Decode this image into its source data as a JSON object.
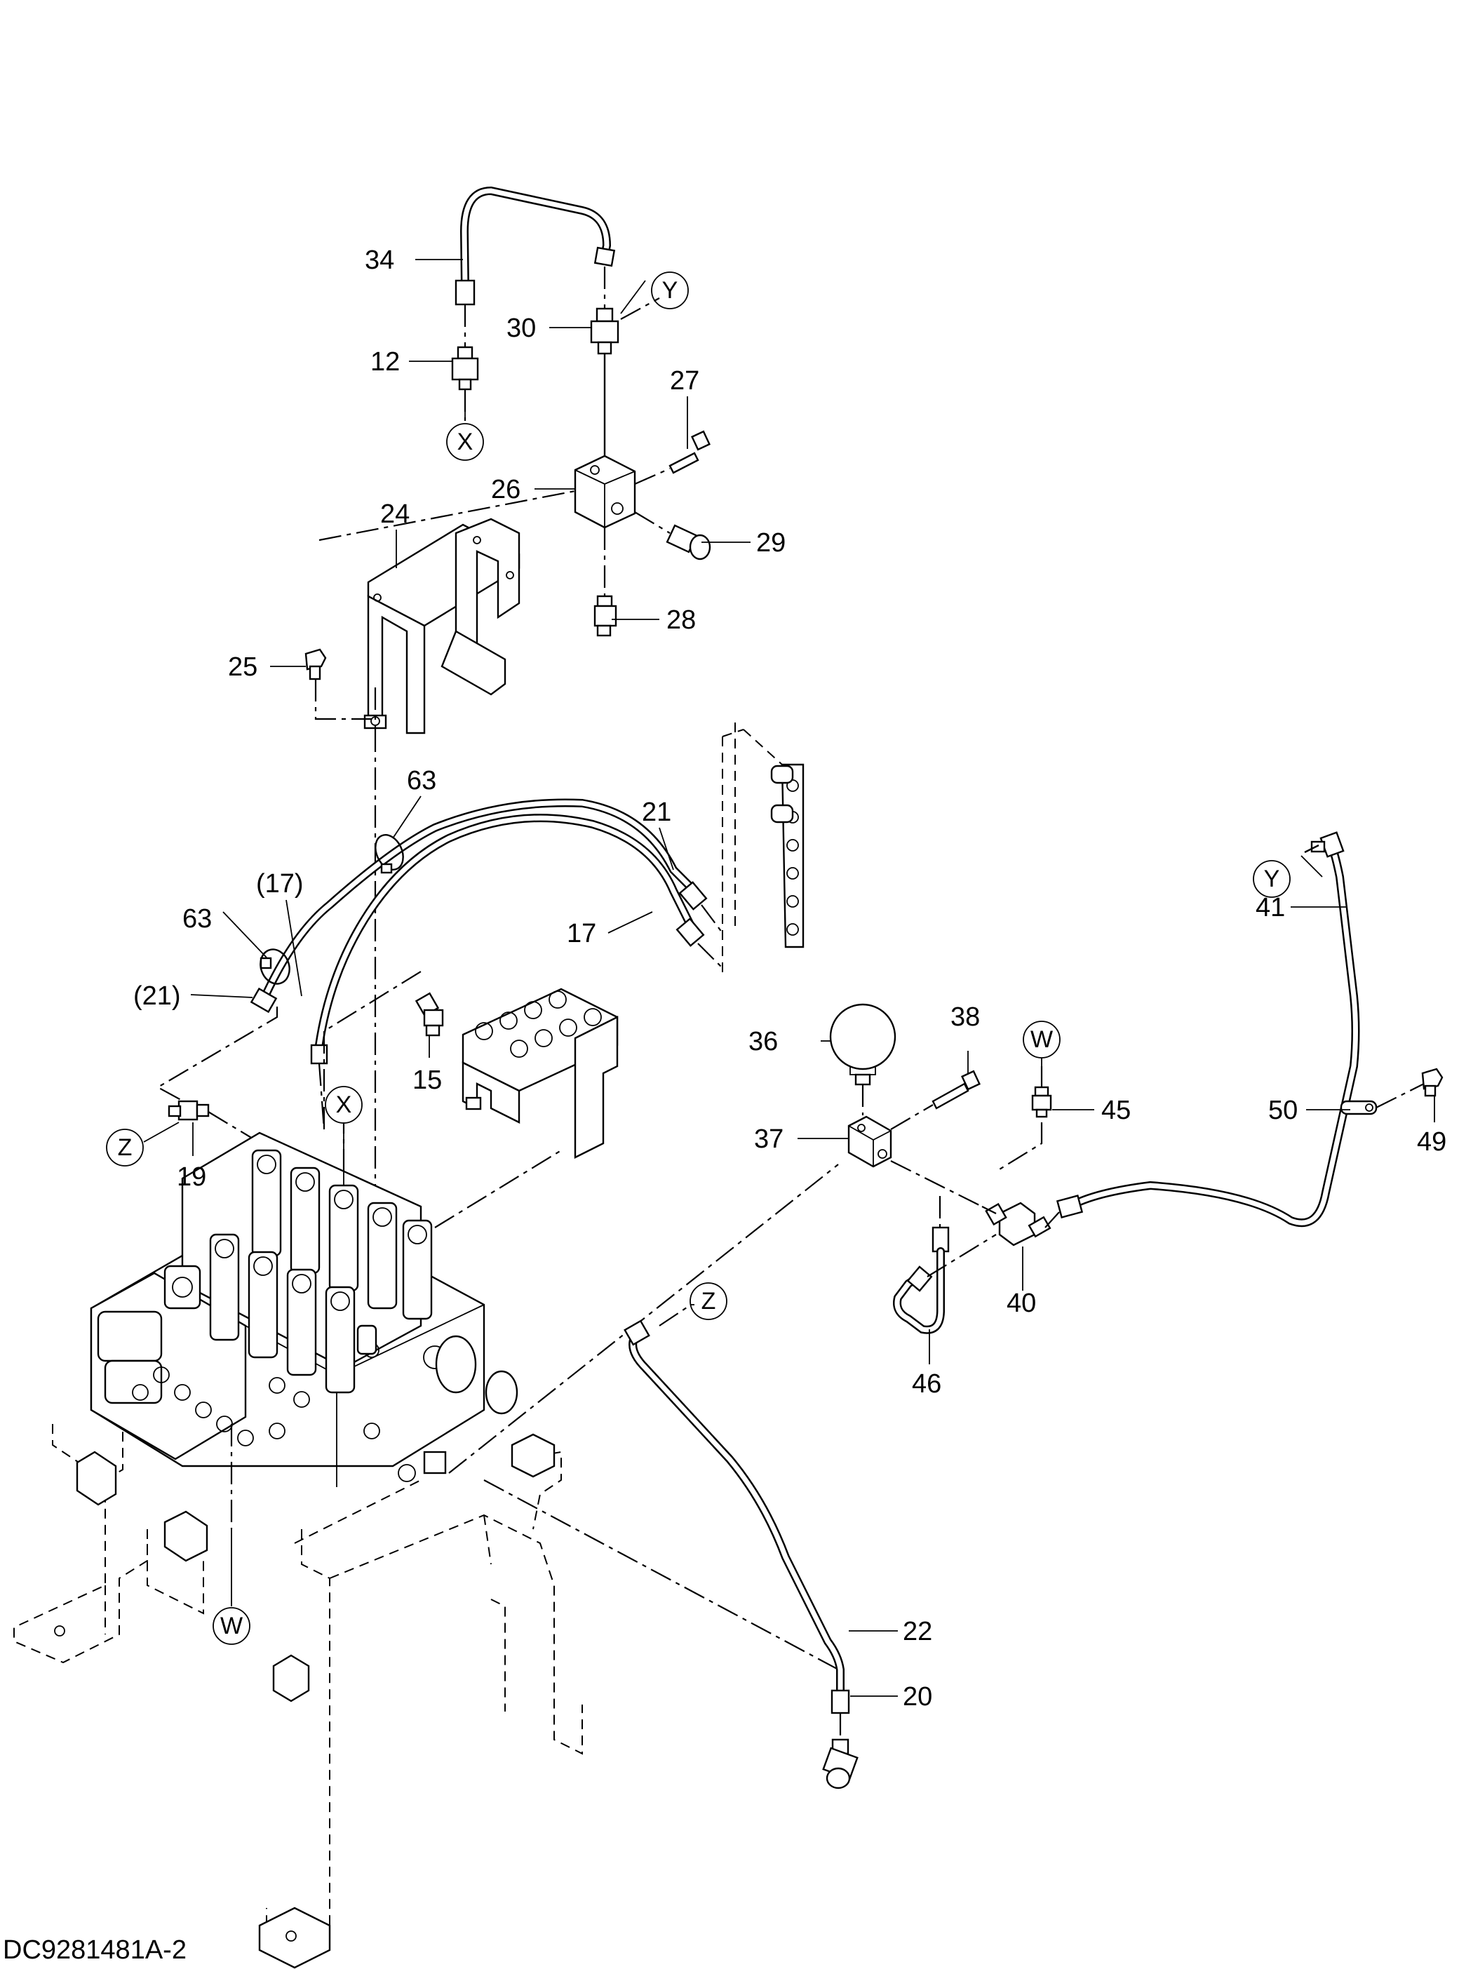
{
  "drawing_id": "DC9281481A-2",
  "part_labels": [
    {
      "id": "34",
      "text": "34"
    },
    {
      "id": "30",
      "text": "30"
    },
    {
      "id": "12",
      "text": "12"
    },
    {
      "id": "27",
      "text": "27"
    },
    {
      "id": "26",
      "text": "26"
    },
    {
      "id": "29",
      "text": "29"
    },
    {
      "id": "24",
      "text": "24"
    },
    {
      "id": "28",
      "text": "28"
    },
    {
      "id": "25",
      "text": "25"
    },
    {
      "id": "63a",
      "text": "63"
    },
    {
      "id": "21",
      "text": "21"
    },
    {
      "id": "17p",
      "text": "(17)"
    },
    {
      "id": "63b",
      "text": "63"
    },
    {
      "id": "17",
      "text": "17"
    },
    {
      "id": "21p",
      "text": "(21)"
    },
    {
      "id": "15",
      "text": "15"
    },
    {
      "id": "36",
      "text": "36"
    },
    {
      "id": "38",
      "text": "38"
    },
    {
      "id": "45",
      "text": "45"
    },
    {
      "id": "41",
      "text": "41"
    },
    {
      "id": "37",
      "text": "37"
    },
    {
      "id": "50",
      "text": "50"
    },
    {
      "id": "49",
      "text": "49"
    },
    {
      "id": "19",
      "text": "19"
    },
    {
      "id": "40",
      "text": "40"
    },
    {
      "id": "46",
      "text": "46"
    },
    {
      "id": "22",
      "text": "22"
    },
    {
      "id": "20",
      "text": "20"
    }
  ],
  "connection_callouts": [
    {
      "id": "Y1",
      "letter": "Y"
    },
    {
      "id": "X1",
      "letter": "X"
    },
    {
      "id": "Y2",
      "letter": "Y"
    },
    {
      "id": "W1",
      "letter": "W"
    },
    {
      "id": "Z1",
      "letter": "Z"
    },
    {
      "id": "X2",
      "letter": "X"
    },
    {
      "id": "Z2",
      "letter": "Z"
    },
    {
      "id": "W2",
      "letter": "W"
    }
  ]
}
